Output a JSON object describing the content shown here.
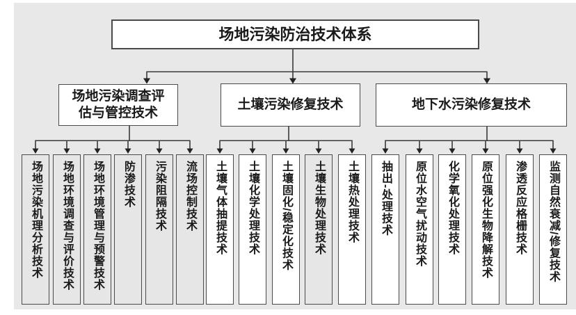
{
  "root": {
    "label": "场地污染防治技术体系"
  },
  "branches": [
    {
      "label": "场地污染调查评估与管控技术",
      "leaves": [
        {
          "label": "场地污染机理分析技术"
        },
        {
          "label": "场地环境调查与评价技术"
        },
        {
          "label": "场地环境管理与预警技术"
        },
        {
          "label": "防渗技术"
        },
        {
          "label": "污染阻隔技术"
        },
        {
          "label": "流场控制技术"
        }
      ]
    },
    {
      "label": "土壤污染修复技术",
      "leaves": [
        {
          "label": "土壤气体抽提技术"
        },
        {
          "label": "土壤化学处理技术"
        },
        {
          "label": "土壤固化/稳定化技术"
        },
        {
          "label": "土壤生物处理技术"
        },
        {
          "label": "土壤热处理技术"
        }
      ]
    },
    {
      "label": "地下水污染修复技术",
      "leaves": [
        {
          "label": "抽出-处理技术"
        },
        {
          "label": "原位水空气扰动技术"
        },
        {
          "label": "化学氧化处理技术"
        },
        {
          "label": "原位强化生物降解技术"
        },
        {
          "label": "渗透反应格栅技术"
        },
        {
          "label": "监测自然衰减/修复技术"
        }
      ]
    }
  ],
  "colors": {
    "canvas": "#e8e8e8",
    "box_fill": "#ffffff",
    "shaded_fill": "#e6e6e6",
    "border": "#4a4a4a",
    "line": "#3a3a3a",
    "text": "#1a1a1a"
  }
}
